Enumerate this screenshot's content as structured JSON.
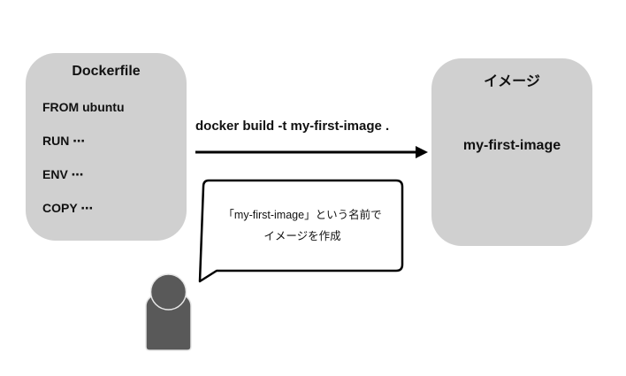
{
  "dockerfile": {
    "title": "Dockerfile",
    "lines": [
      "FROM ubuntu",
      "RUN ⋯",
      "ENV ⋯",
      "COPY ⋯"
    ]
  },
  "command": "docker build -t my-first-image .",
  "image": {
    "title": "イメージ",
    "name": "my-first-image"
  },
  "speech": {
    "line1": "「my-first-image」という名前で",
    "line2": "イメージを作成"
  },
  "colors": {
    "box_fill": "#d0d0d0",
    "person_fill": "#595959",
    "arrow": "#000000"
  }
}
